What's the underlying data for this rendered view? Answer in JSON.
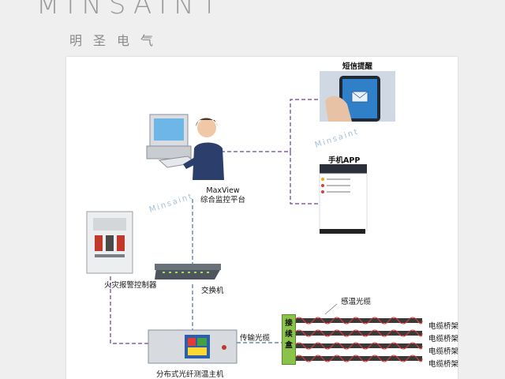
{
  "brand": {
    "logo": "MINSAINT",
    "name_cn": "明圣电气"
  },
  "watermark": "Minsaint",
  "nodes": {
    "sms": "短信提醒",
    "app": "手机APP",
    "platform": "MaxView\n综合监控平台",
    "fire": "火灾报警控制器",
    "switch": "交换机",
    "host": "分布式光纤测温主机",
    "cable": "传输光缆",
    "junction": "接续盒",
    "sensor": "感温光缆",
    "tray": "电缆桥架"
  },
  "colors": {
    "accent": "#6a3d9a",
    "cable": "#e53935",
    "dash_blue": "#4a6fb0",
    "junction": "#8bc34a"
  }
}
